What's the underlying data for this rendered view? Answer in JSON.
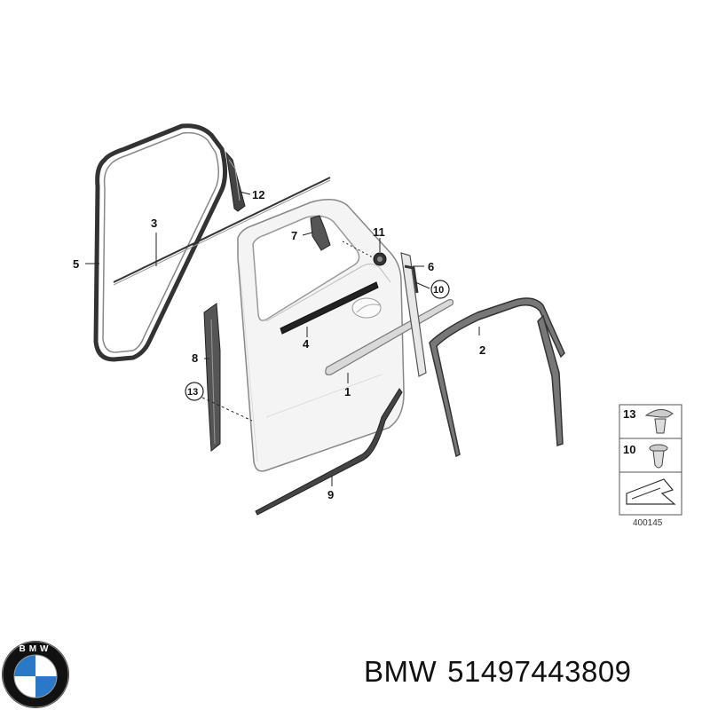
{
  "callouts": {
    "c1": "1",
    "c2": "2",
    "c3": "3",
    "c4": "4",
    "c5": "5",
    "c6": "6",
    "c7": "7",
    "c8": "8",
    "c9": "9",
    "c10": "10",
    "c11": "11",
    "c12": "12",
    "c13": "13"
  },
  "legend": {
    "items": [
      {
        "number": "13",
        "icon": "push-clip-icon"
      },
      {
        "number": "10",
        "icon": "expanding-rivet-icon"
      }
    ],
    "diagram_code": "400145"
  },
  "footer": {
    "brand": "BMW",
    "part_number": "51497443809",
    "logo_text": "BMW",
    "logo_colors": {
      "blue": "#2a78c8",
      "white": "#ffffff",
      "ring": "#111111"
    }
  }
}
